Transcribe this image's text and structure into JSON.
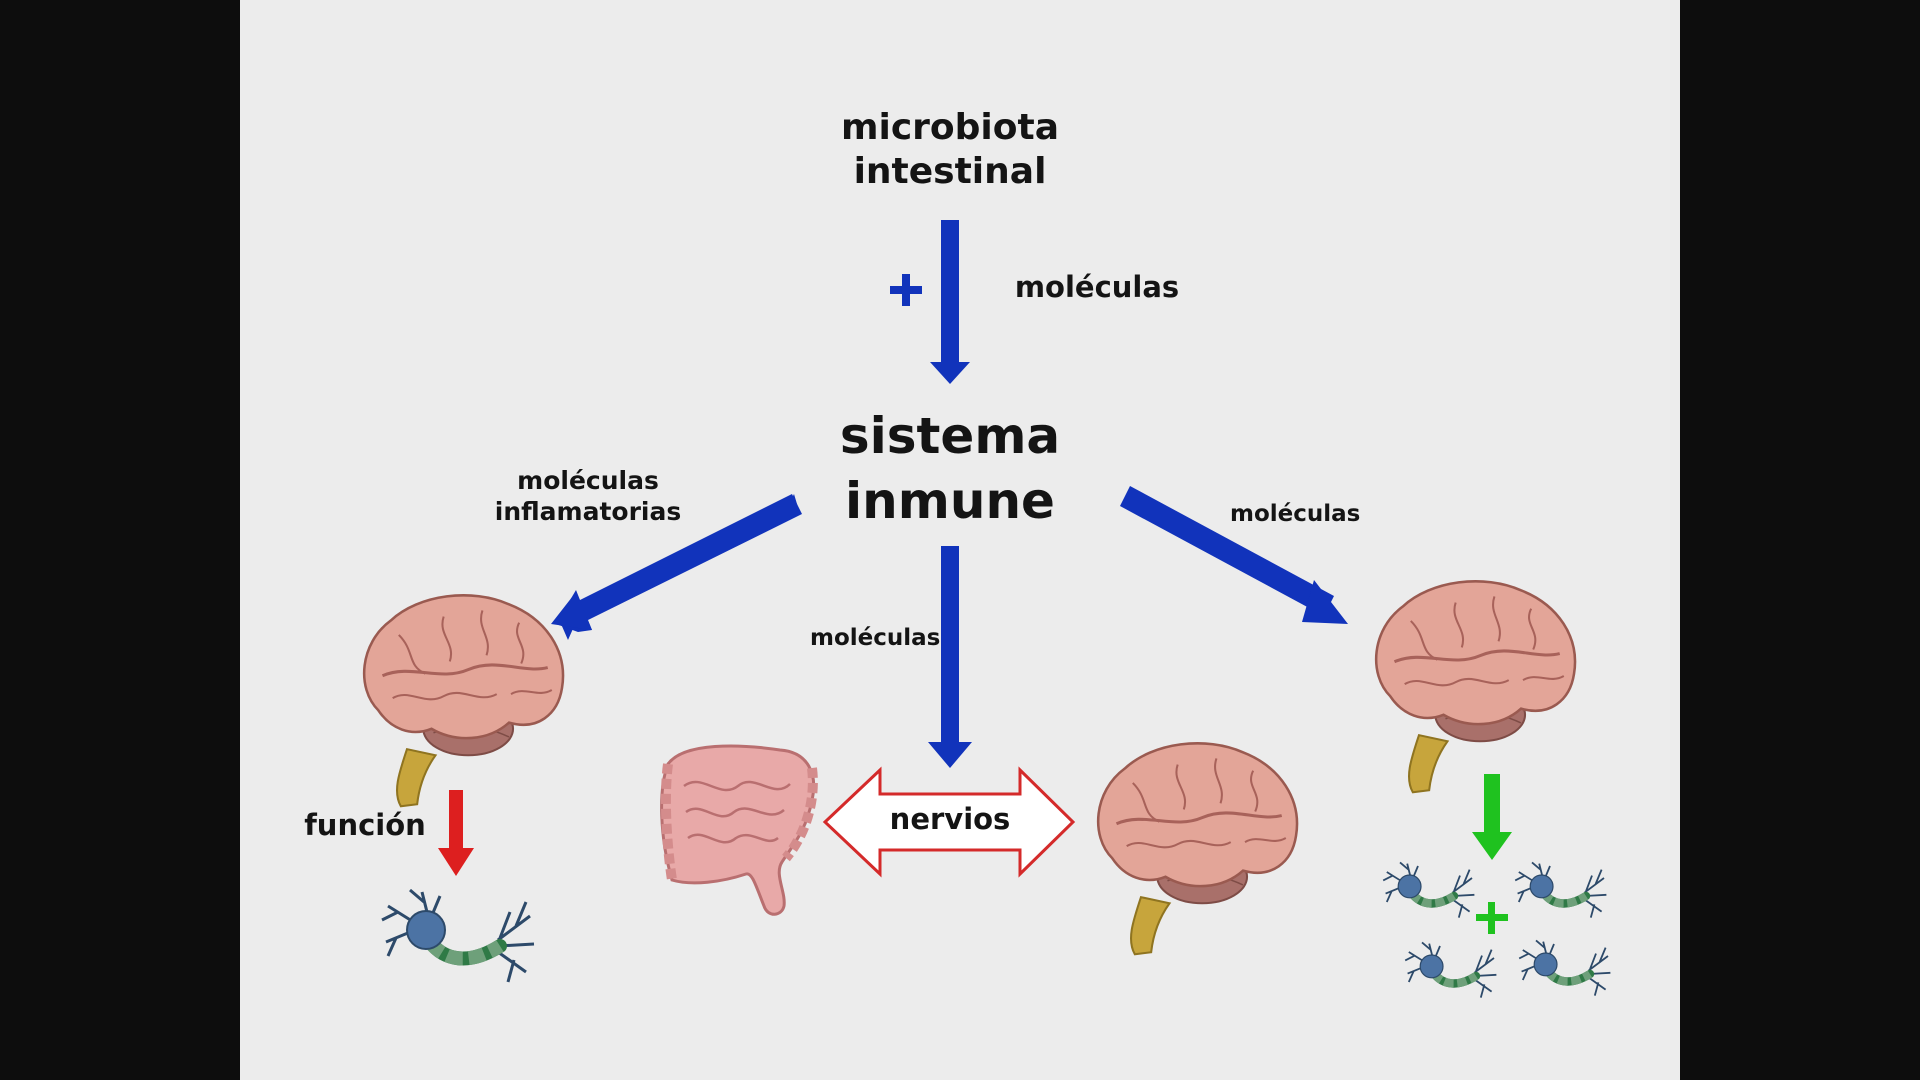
{
  "nodes": {
    "microbiota_line1": "microbiota",
    "microbiota_line2": "intestinal",
    "immune_line1": "sistema",
    "immune_line2": "inmune"
  },
  "edges": {
    "top_molecules": "moléculas",
    "inflammatory_line1": "moléculas",
    "inflammatory_line2": "inflamatorias",
    "right_molecules": "moléculas",
    "center_molecules": "moléculas"
  },
  "labels": {
    "function": "función",
    "nerves": "nervios"
  },
  "colors": {
    "blue_arrow": "#1133bb",
    "red_arrow": "#dd1f1f",
    "green_arrow": "#1fc21f",
    "nerves_outline": "#d42a2a",
    "text": "#141414"
  },
  "icons": [
    "brain-icon",
    "intestine-icon",
    "neuron-icon"
  ]
}
